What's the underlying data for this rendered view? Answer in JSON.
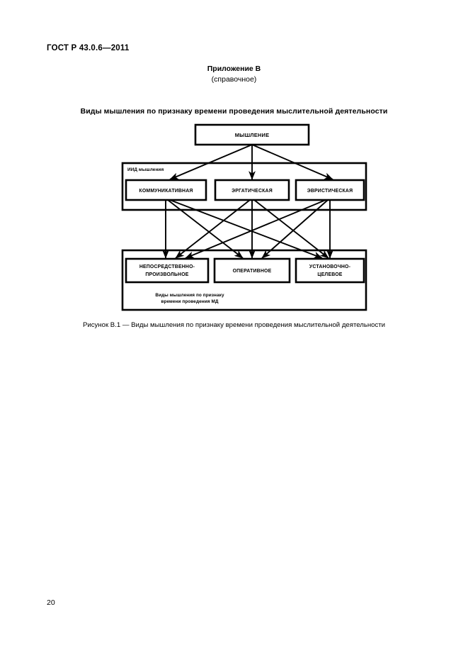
{
  "document": {
    "standard_number": "ГОСТ Р 43.0.6—2011",
    "page_number": "20"
  },
  "annex": {
    "title": "Приложение В",
    "subtitle": "(справочное)"
  },
  "figure": {
    "title": "Виды мышления по признаку времени проведения мыслительной деятельности",
    "caption": "Рисунок  В.1 — Виды мышления по признаку времени проведения мыслительной деятельности"
  },
  "diagram": {
    "root": {
      "label": "МЫШЛЕНИЕ"
    },
    "group_middle": {
      "label": "ИИД мышления",
      "nodes": [
        {
          "label": "КОММУНИКАТИВНАЯ"
        },
        {
          "label": "ЭРГАТИЧЕСКАЯ"
        },
        {
          "label": "ЭВРИСТИЧЕСКАЯ"
        }
      ]
    },
    "group_bottom": {
      "label_line1": "Виды мышления по признаку",
      "label_line2": "времени проведения МД",
      "nodes": [
        {
          "label_line1": "НЕПОСРЕДСТВЕННО-",
          "label_line2": "ПРОИЗВОЛЬНОЕ"
        },
        {
          "label_line1": "ОПЕРАТИВНОЕ",
          "label_line2": ""
        },
        {
          "label_line1": "УСТАНОВОЧНО-",
          "label_line2": "ЦЕЛЕВОЕ"
        }
      ]
    },
    "colors": {
      "stroke": "#000000",
      "fill": "#ffffff",
      "page_background": "#ffffff"
    }
  }
}
